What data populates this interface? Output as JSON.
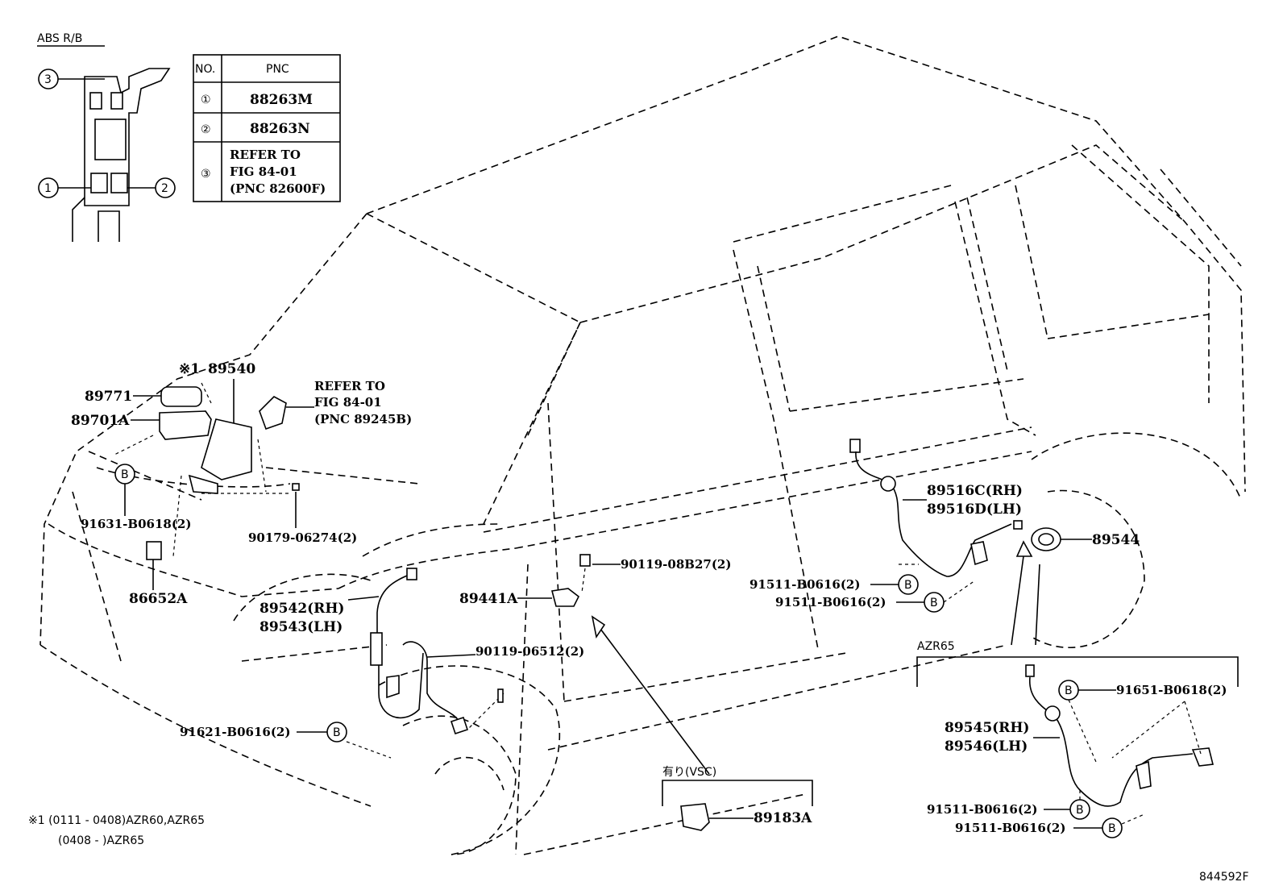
{
  "diagram_id": "844592F",
  "inset_abs": {
    "title": "ABS R/B",
    "callouts": [
      "①",
      "②",
      "③"
    ],
    "table": {
      "headers": [
        "NO.",
        "PNC"
      ],
      "rows": [
        {
          "no": "①",
          "pnc": "88263M"
        },
        {
          "no": "②",
          "pnc": "88263N"
        },
        {
          "no": "③",
          "pnc_lines": [
            "REFER TO",
            "FIG 84-01",
            "(PNC 82600F)"
          ]
        }
      ]
    }
  },
  "note_mark": "※1",
  "labels": {
    "p89540": "89540",
    "p89771": "89771",
    "p89701A": "89701A",
    "refer1": "REFER TO",
    "refer2": "FIG 84-01",
    "refer3": "(PNC 89245B)",
    "p91631": "91631-B0618(2)",
    "p90179": "90179-06274(2)",
    "p86652A": "86652A",
    "p89542": "89542(RH)",
    "p89543": "89543(LH)",
    "p90119_08": "90119-08B27(2)",
    "p89441A": "89441A",
    "p90119_06": "90119-06512(2)",
    "p91621": "91621-B0616(2)",
    "p89516C": "89516C(RH)",
    "p89516D": "89516D(LH)",
    "p89544": "89544",
    "p91511_a": "91511-B0616(2)",
    "p91511_b": "91511-B0616(2)",
    "vsc_title": "有り(VSC)",
    "p89183A": "89183A",
    "azr65_title": "AZR65",
    "p91651": "91651-B0618(2)",
    "p89545": "89545(RH)",
    "p89546": "89546(LH)",
    "p91511_c": "91511-B0616(2)",
    "p91511_d": "91511-B0616(2)",
    "b_mark": "B"
  },
  "footnote": {
    "line1": "※1 (0111 - 0408)AZR60,AZR65",
    "line2": "(0408 -      )AZR65"
  }
}
